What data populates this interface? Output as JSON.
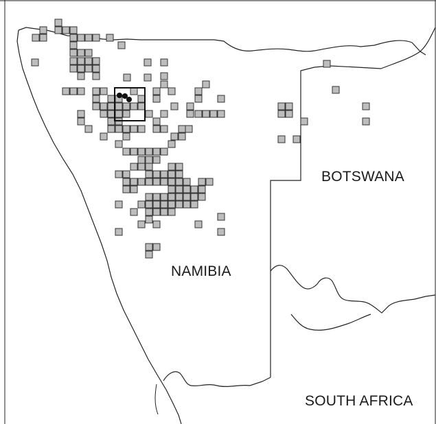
{
  "map": {
    "labels": {
      "namibia": "NAMIBIA",
      "botswana": "BOTSWANA",
      "south_africa": "SOUTH AFRICA"
    },
    "colors": {
      "background": "#ffffff",
      "border": "#222222",
      "grid_cell_fill": "#bdbdbd",
      "grid_cell_stroke": "#333333",
      "study_area_stroke": "#111111",
      "point_fill": "#111111"
    },
    "legend": "none"
  }
}
